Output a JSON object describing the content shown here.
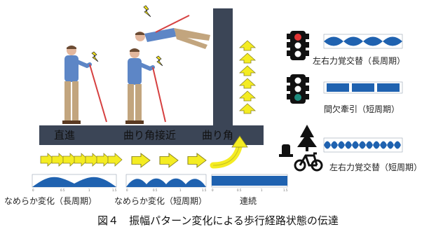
{
  "road": {
    "straight": "直進",
    "approach": "曲り角接近",
    "corner": "曲り角"
  },
  "signals": {
    "long_label": "左右力覚交替（長周期）",
    "intermittent_label": "間欠牽引（短周期）",
    "obstacle_label": "左右力覚交替（短周期）"
  },
  "waveforms": {
    "smooth_long_label": "なめらか変化（長周期）",
    "smooth_short_label": "なめらか変化（短周期）",
    "continuous_label": "連続",
    "tick_labels": [
      "0",
      "0.5",
      "1",
      "1.5"
    ]
  },
  "caption": "図４　振幅パターン変化による歩行経路状態の伝達",
  "colors": {
    "road": "#3b4556",
    "arrow_fill": "#f4ec22",
    "arrow_stroke": "#8a8420",
    "wave": "#1f62b0",
    "person_shirt": "#5d86c6",
    "person_pants": "#c2a57e",
    "spark": "#f2e21a"
  }
}
